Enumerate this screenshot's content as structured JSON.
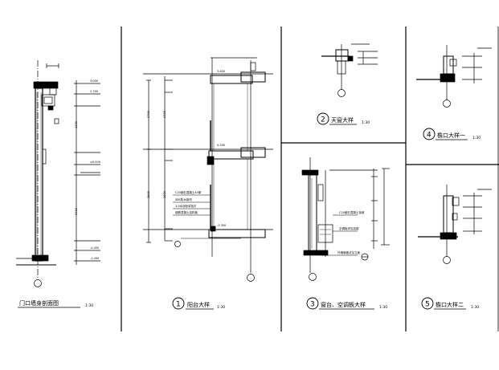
{
  "sheet": {
    "details": [
      {
        "id": "left",
        "caption": "门口墙身剖面图",
        "scale": "1:30"
      },
      {
        "id": "1",
        "number": "1",
        "caption": "阳台大样",
        "scale": "1:30"
      },
      {
        "id": "2",
        "number": "2",
        "caption": "天窗大样",
        "scale": "1:30"
      },
      {
        "id": "3",
        "number": "3",
        "caption": "窗台、空调板大样",
        "scale": "1:30"
      },
      {
        "id": "4",
        "number": "4",
        "caption": "檐口大样一",
        "scale": "1:30"
      },
      {
        "id": "5",
        "number": "5",
        "caption": "檐口大样二",
        "scale": "1:30"
      }
    ]
  }
}
